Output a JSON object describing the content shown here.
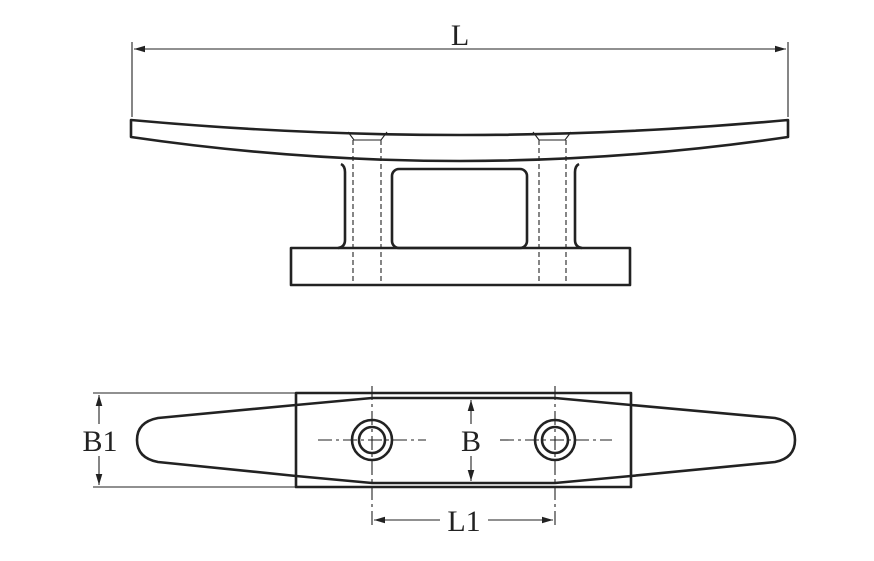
{
  "labels": {
    "L": "L",
    "L1": "L1",
    "B": "B",
    "B1": "B1"
  }
}
